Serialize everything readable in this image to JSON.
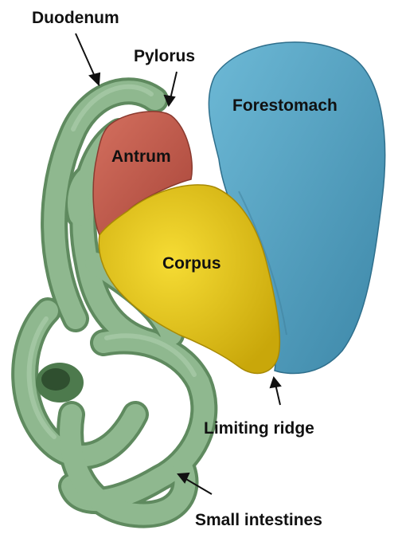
{
  "labels": {
    "duodenum": "Duodenum",
    "pylorus": "Pylorus",
    "forestomach": "Forestomach",
    "antrum": "Antrum",
    "corpus": "Corpus",
    "limiting_ridge": "Limiting ridge",
    "small_intestines": "Small intestines"
  },
  "colors": {
    "forestomach": "#5aa7c4",
    "antrum": "#c4594a",
    "corpus": "#e8c81a",
    "intestine": "#8fb88f",
    "background": "#ffffff"
  }
}
